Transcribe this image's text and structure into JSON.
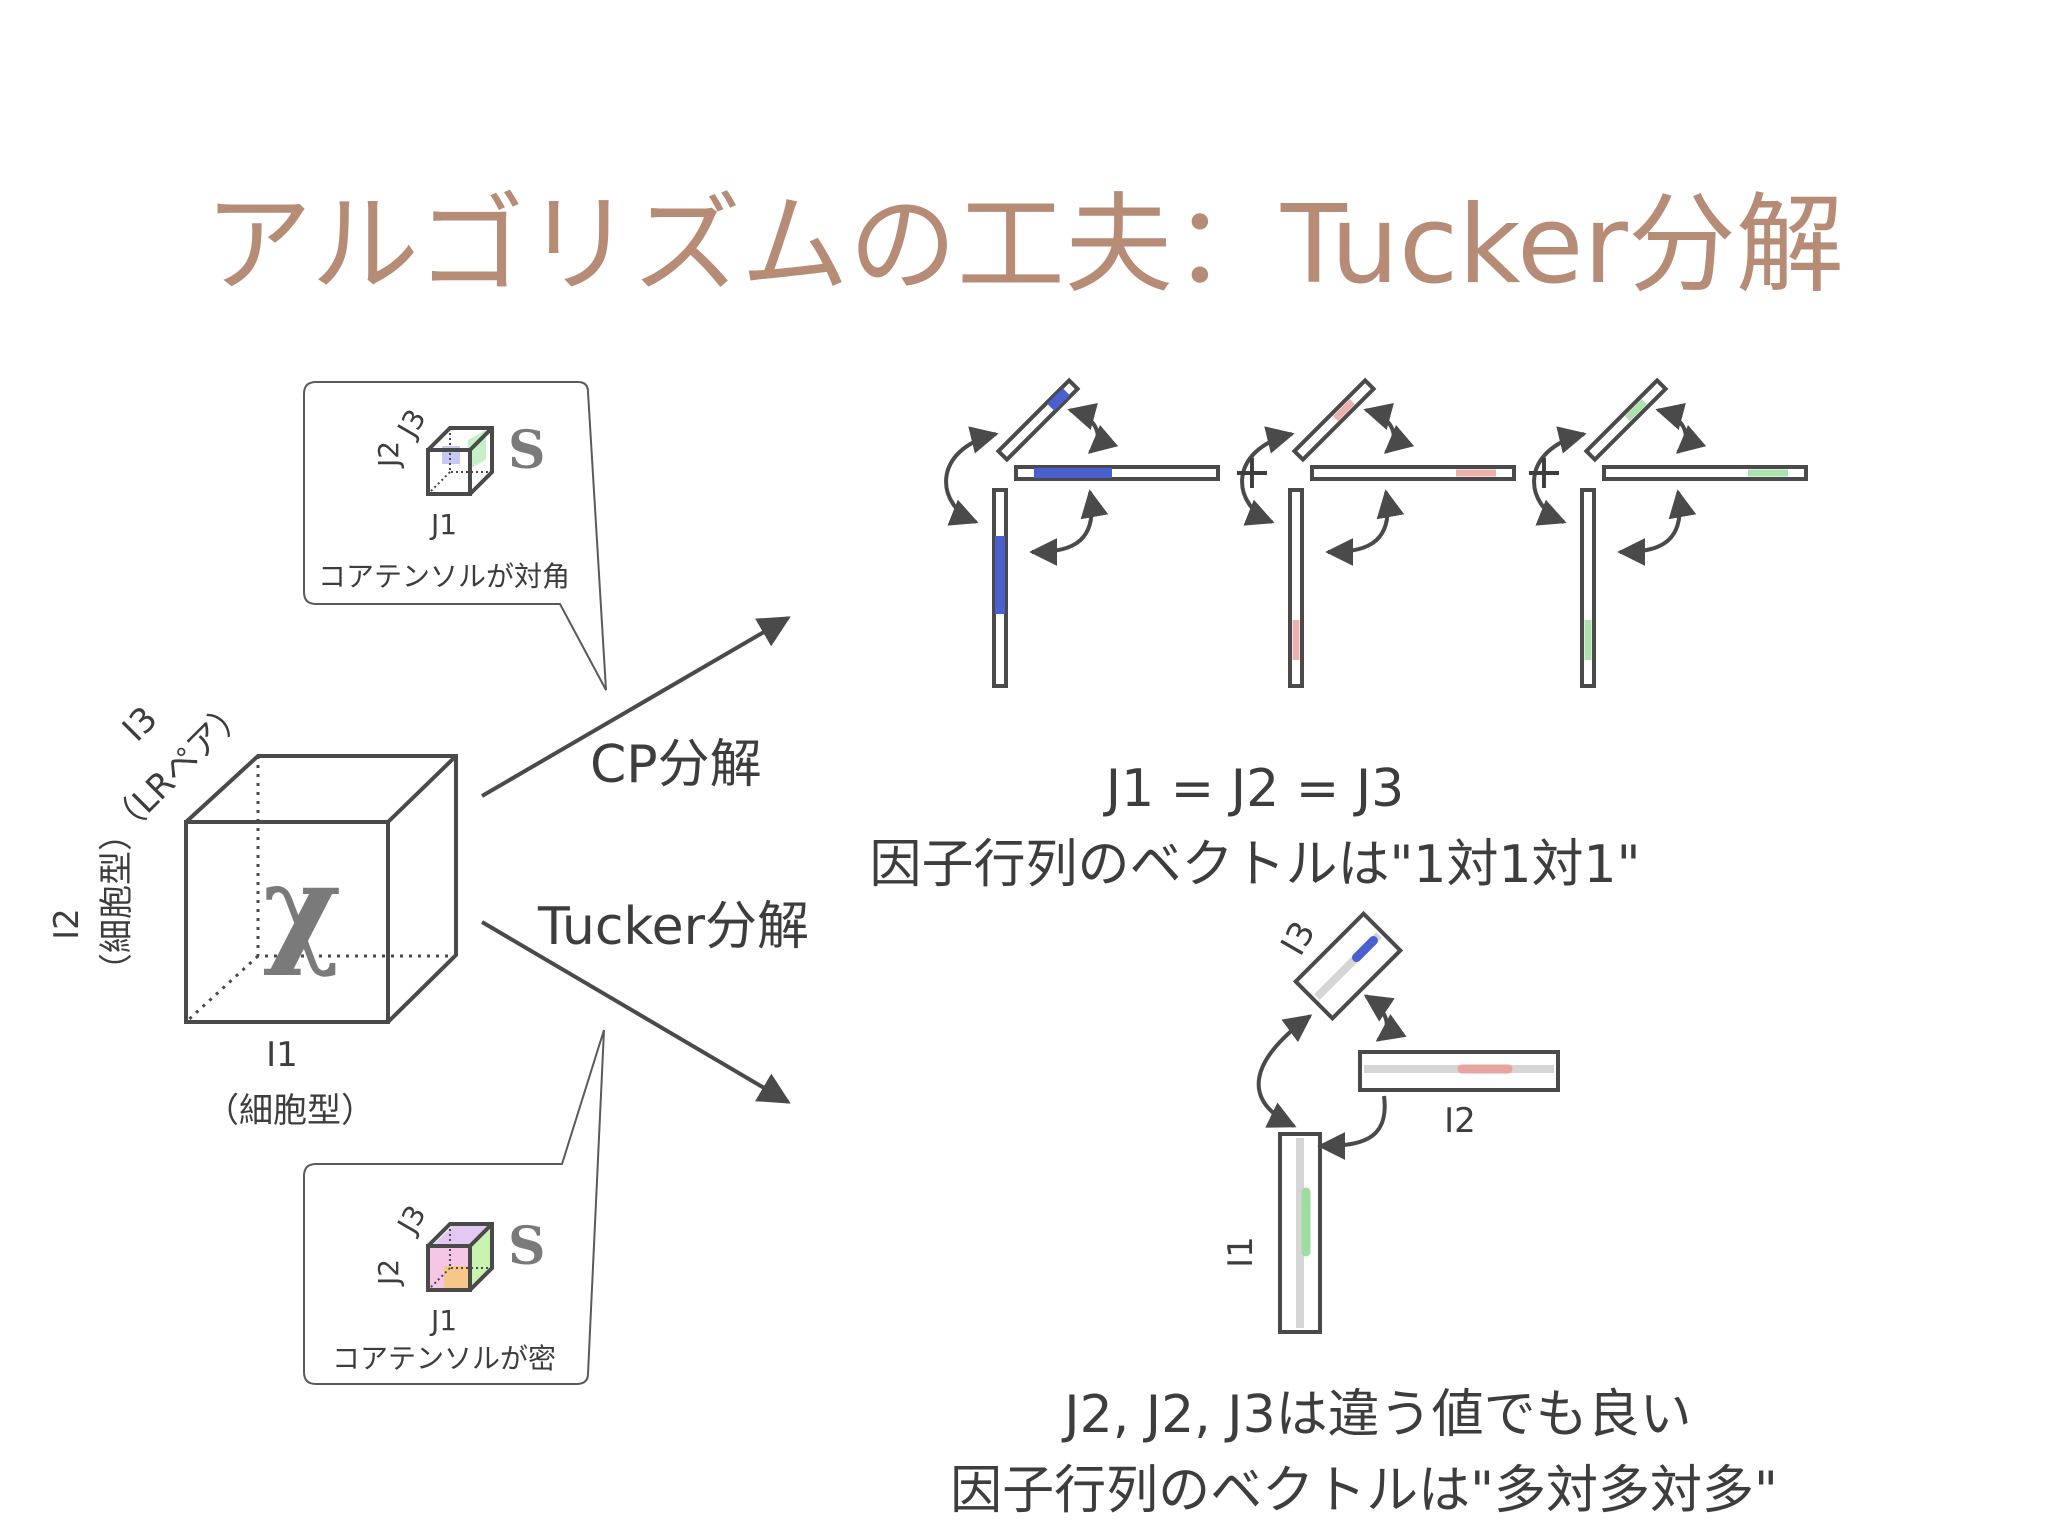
{
  "title": "アルゴリズムの工夫：Tucker分解",
  "tensor": {
    "symbol": "χ",
    "axis_i1": "I1",
    "axis_i1_note": "（細胞型）",
    "axis_i2": "I2",
    "axis_i2_note": "（細胞型）",
    "axis_i3": "I3",
    "axis_i3_note": "（LRペア）"
  },
  "arrows": {
    "cp_label": "CP分解",
    "tucker_label": "Tucker分解"
  },
  "core_cp": {
    "j1": "J1",
    "j2": "J2",
    "j3": "J3",
    "symbol": "S",
    "caption": "コアテンソルが対角"
  },
  "core_tucker": {
    "j1": "J1",
    "j2": "J2",
    "j3": "J3",
    "symbol": "S",
    "caption": "コアテンソルが密"
  },
  "cp": {
    "plus_sign": "+",
    "line1": "J1 = J2 = J3",
    "line2": "因子行列のベクトルは\"1対1対1\""
  },
  "tucker": {
    "label_i1": "I1",
    "label_i2": "I2",
    "label_i3": "I3",
    "line1": "J2, J2, J3は違う値でも良い",
    "line2": "因子行列のベクトルは\"多対多対多\""
  },
  "colors": {
    "title": "#b78c77",
    "blue": "#4a5fd0",
    "red": "#e8a49f",
    "green": "#9fdca0",
    "outline": "#4a4a4a"
  }
}
